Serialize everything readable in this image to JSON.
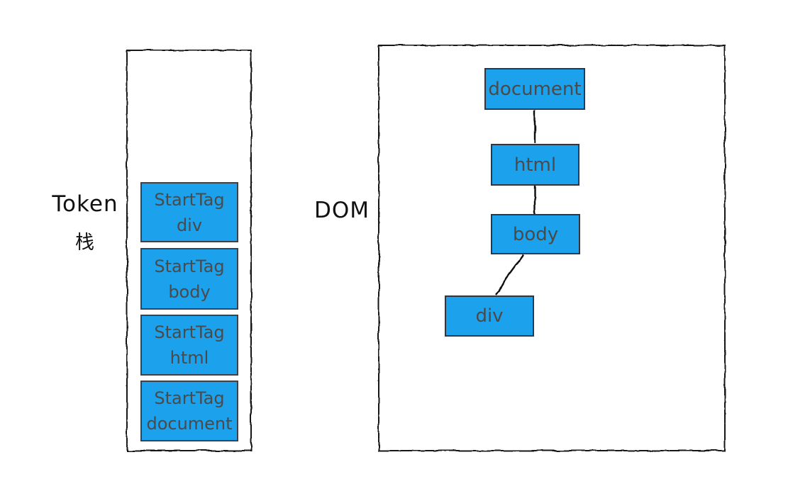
{
  "colors": {
    "node_fill": "#1ca1ec",
    "node_border": "#2d3642",
    "node_text": "#4a4a4a",
    "frame_outline": "#161616",
    "label_text": "#111111",
    "background": "#ffffff"
  },
  "token_stack": {
    "label_line1": "Token",
    "label_line2": "栈",
    "items": [
      {
        "line1": "StartTag",
        "line2": "div"
      },
      {
        "line1": "StartTag",
        "line2": "body"
      },
      {
        "line1": "StartTag",
        "line2": "html"
      },
      {
        "line1": "StartTag",
        "line2": "document"
      }
    ]
  },
  "dom_tree": {
    "label": "DOM",
    "nodes": [
      {
        "id": "document",
        "label": "document"
      },
      {
        "id": "html",
        "label": "html"
      },
      {
        "id": "body",
        "label": "body"
      },
      {
        "id": "div",
        "label": "div"
      }
    ],
    "edges": [
      {
        "from": "document",
        "to": "html"
      },
      {
        "from": "html",
        "to": "body"
      },
      {
        "from": "body",
        "to": "div"
      }
    ]
  }
}
